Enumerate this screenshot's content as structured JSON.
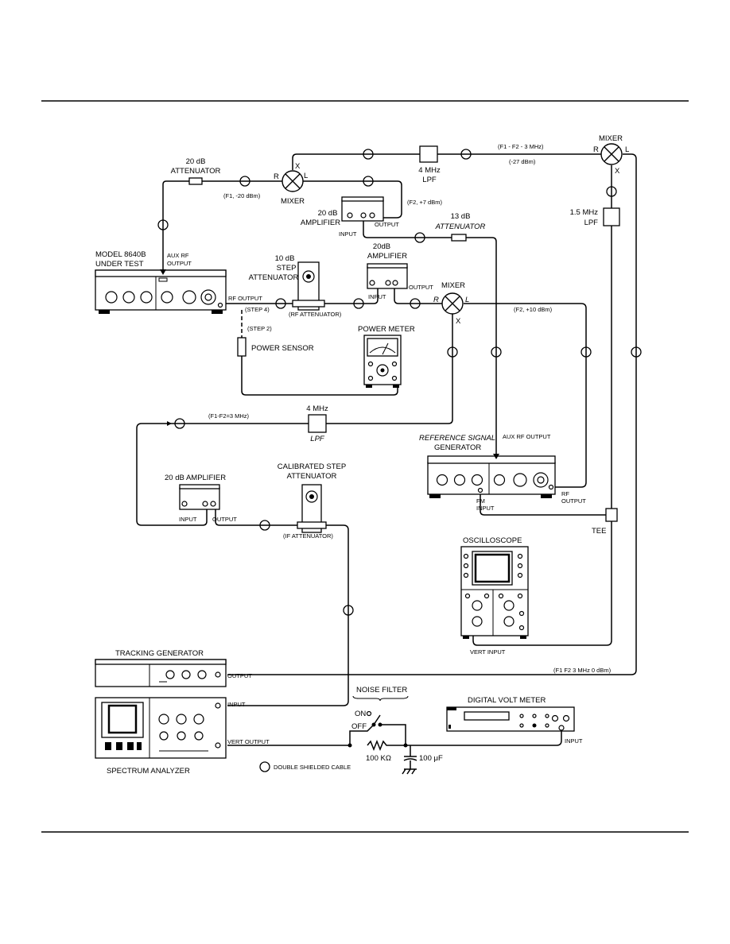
{
  "labels": {
    "atten20": [
      "20 dB",
      "ATTENUATOR"
    ],
    "mixer1": "MIXER",
    "mixer1_r": "R",
    "mixer1_x": "X",
    "mixer1_l": "L",
    "f1_minus20": "(F1, -20 dBm)",
    "amp20_top": [
      "20 dB",
      "AMPLIFIER"
    ],
    "amp20_top_input": "INPUT",
    "amp20_top_output": "OUTPUT",
    "f2_plus7": "(F2, +7 dBm)",
    "lpf4_top": [
      "4 MHz",
      "LPF"
    ],
    "f1f2_3mhz_top": "(F1 - F2 - 3 MHz)",
    "minus27": "(-27 dBm)",
    "mixer3": "MIXER",
    "mixer3_r": "R",
    "mixer3_l": "L",
    "mixer3_x": "X",
    "lpf15": [
      "1.5 MHz",
      "LPF"
    ],
    "atten13": [
      "13 dB",
      "ATTENUATOR"
    ],
    "model": [
      "MODEL 8640B",
      "UNDER TEST"
    ],
    "aux_rf_output": [
      "AUX RF",
      "OUTPUT"
    ],
    "step_atten": [
      "10 dB",
      "STEP",
      "ATTENUATOR"
    ],
    "amp20_mid": [
      "20dB",
      "AMPLIFIER"
    ],
    "amp20_mid_input": "INPUT",
    "amp20_mid_output": "OUTPUT",
    "mixer2": "MIXER",
    "mixer2_r": "R",
    "mixer2_l": "L",
    "mixer2_x": "X",
    "rf_output": "RF OUTPUT",
    "step4": "(STEP 4)",
    "step2": "(STEP 2)",
    "rf_attenuator": "(RF ATTENUATOR)",
    "f2_plus10": "(F2, +10 dBm)",
    "power_sensor": "POWER SENSOR",
    "power_meter": "POWER METER",
    "lpf4_mid": [
      "4 MHz",
      "LPF"
    ],
    "f1f2_3mhz_mid": "(F1-F2=3 MHz)",
    "ref_sig_gen": [
      "REFERENCE SIGNAL",
      "GENERATOR"
    ],
    "aux_rf_output2": "AUX RF OUTPUT",
    "amp20_low": "20 dB AMPLIFIER",
    "amp20_low_input": "INPUT",
    "amp20_low_output": "OUTPUT",
    "cal_step_atten": [
      "CALIBRATED STEP",
      "ATTENUATOR"
    ],
    "if_attenuator": "(IF ATTENUATOR)",
    "fm_input": [
      "FM",
      "INPUT"
    ],
    "rf_output2": [
      "RF",
      "OUTPUT"
    ],
    "tee": "TEE",
    "oscilloscope": "OSCILLOSCOPE",
    "vert_input": "VERT INPUT",
    "tracking_gen": "TRACKING GENERATOR",
    "tg_output": "OUTPUT",
    "f1f2_0dbm": "(F1   F2   3 MHz 0 dBm)",
    "sa_input": "INPUT",
    "sa_vert_output": "VERT OUTPUT",
    "spectrum_analyzer": "SPECTRUM ANALYZER",
    "noise_filter": "NOISE FILTER",
    "on": "ON",
    "off": "OFF",
    "r100k": "100 KΩ",
    "c100uf": "100 μF",
    "dvm": "DIGITAL VOLT METER",
    "dvm_input": "INPUT",
    "legend_cable": "DOUBLE SHIELDED CABLE"
  }
}
